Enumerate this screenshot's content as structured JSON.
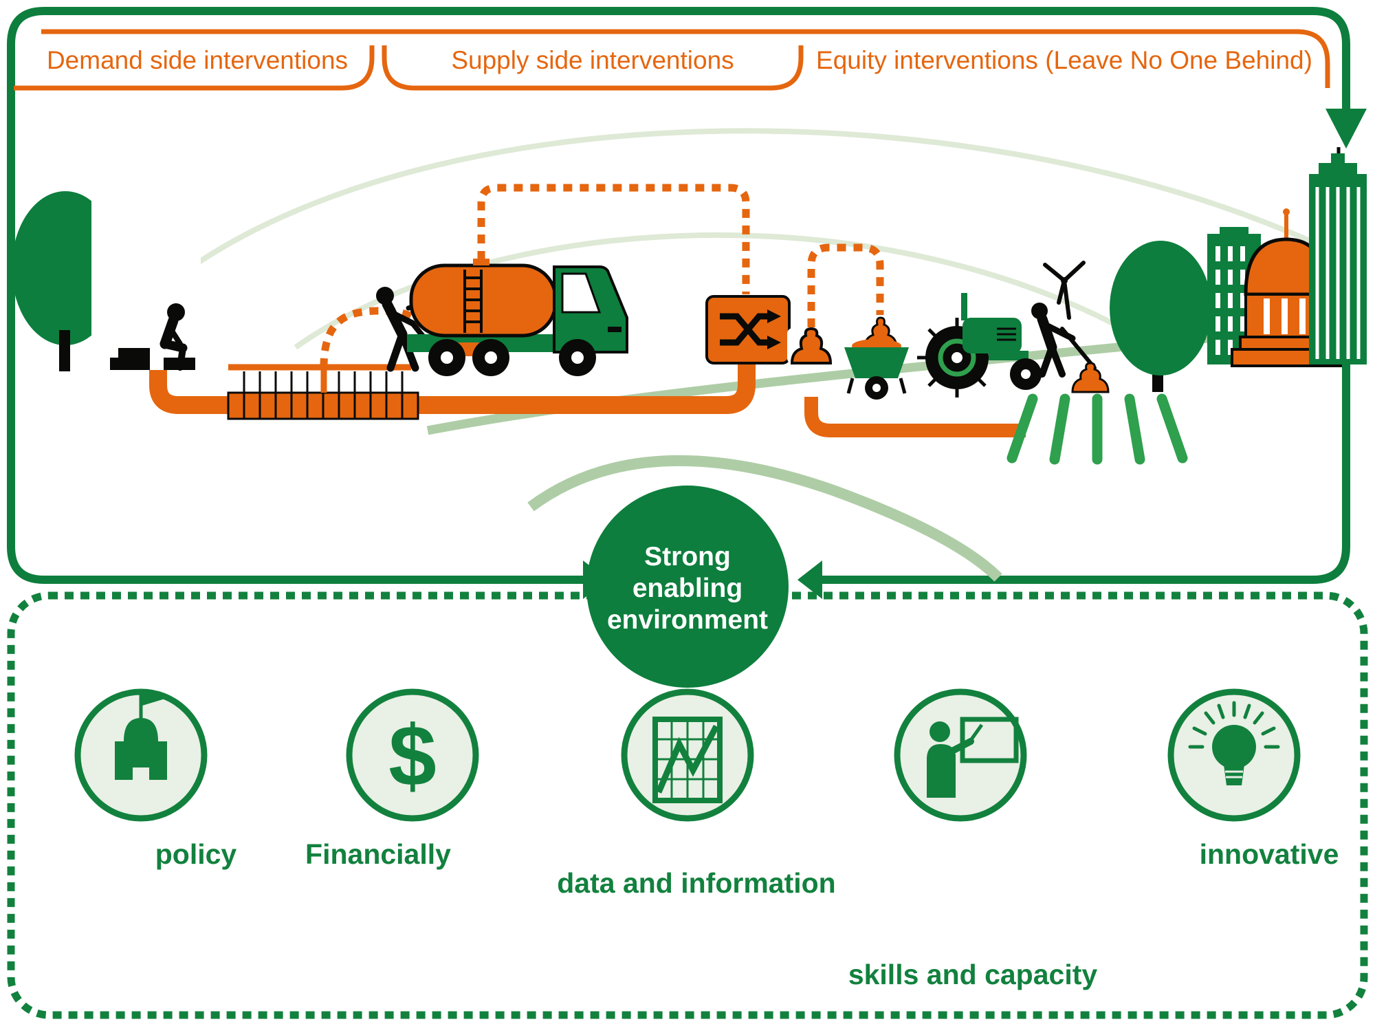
{
  "header_tabs": [
    {
      "label": "Demand side interventions"
    },
    {
      "label": "Supply side interventions"
    },
    {
      "label": "Equity interventions (Leave No One Behind)"
    }
  ],
  "hub": {
    "line1": "Strong",
    "line2": "enabling",
    "line3": "environment"
  },
  "enablers": [
    {
      "label": "policy",
      "icon": "government-building-icon"
    },
    {
      "label": "Financially",
      "icon": "dollar-icon",
      "symbol": "$"
    },
    {
      "label": "data and information",
      "icon": "chart-icon"
    },
    {
      "label": "skills and capacity",
      "icon": "teacher-icon"
    },
    {
      "label": "innovative",
      "icon": "lightbulb-icon"
    }
  ],
  "colors": {
    "orange": "#E5660F",
    "dark_green": "#0D7E3D",
    "stroke_green": "#12813E",
    "bright_green": "#2FA04D",
    "pale_arc": "#DEE9D6",
    "sage_arc": "#AECDA6",
    "icon_bg": "#E9F0E5",
    "black": "#0A0A08",
    "white": "#FFFFFF"
  }
}
